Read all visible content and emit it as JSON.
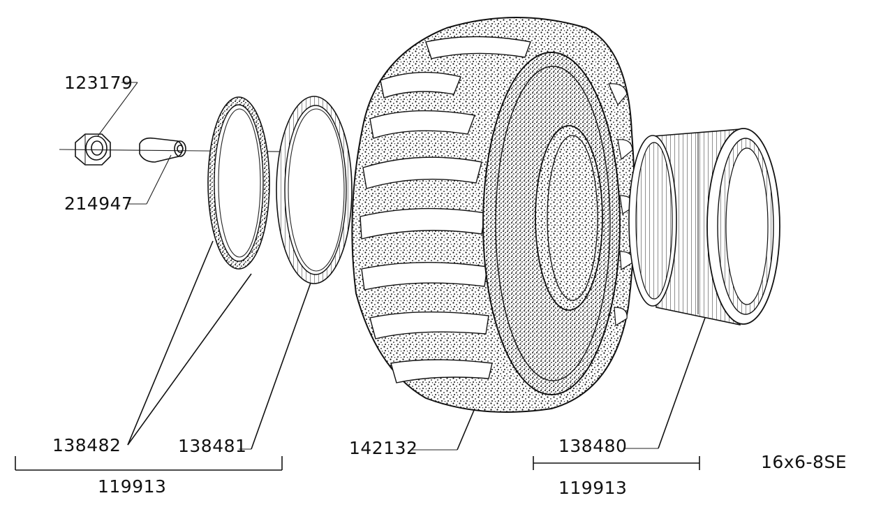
{
  "labels": {
    "nut": "123179",
    "bushing": "214947",
    "ring_outer": "138482",
    "ring_inner": "138481",
    "tire": "142132",
    "rim": "138480",
    "assembly_left": "119913",
    "assembly_right": "119913",
    "size": "16x6-8SE"
  }
}
